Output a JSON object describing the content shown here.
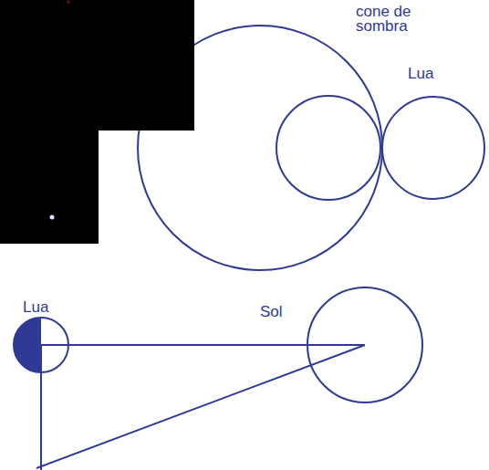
{
  "diagram": {
    "nodes": [
      {
        "text": [
          "cone de sombra"
        ]
      },
      {
        "text": [
          "Lua"
        ]
      },
      {
        "text": [
          "Lua"
        ]
      },
      {
        "text": [
          "Sol"
        ]
      }
    ],
    "edges": [
      {
        "from": 2,
        "to": 3,
        "arrow": "none"
      }
    ]
  }
}
